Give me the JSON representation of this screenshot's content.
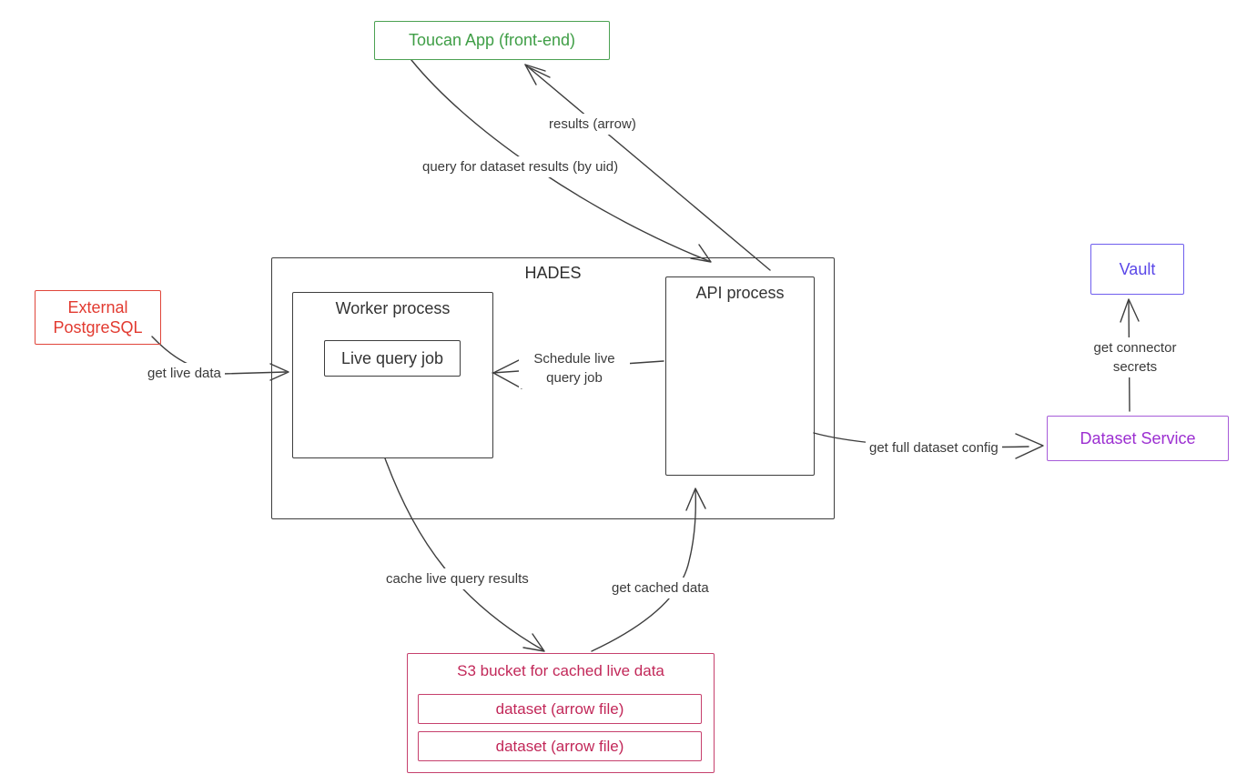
{
  "diagram": {
    "type": "architecture-flow",
    "background": "#ffffff",
    "stroke_color": "#3e3e3e",
    "nodes": {
      "hades": {
        "label": "HADES",
        "color": "#2f2f2f"
      },
      "toucan_app": {
        "label": "Toucan App (front-end)",
        "color": "#3f9e46"
      },
      "external_postgresql": {
        "label": "External\nPostgreSQL",
        "color": "#e23a30"
      },
      "worker_process": {
        "label": "Worker process",
        "color": "#2f2f2f"
      },
      "live_query_job": {
        "label": "Live query job",
        "color": "#2f2f2f"
      },
      "api_process": {
        "label": "API process",
        "color": "#2f2f2f"
      },
      "vault": {
        "label": "Vault",
        "color": "#5a47e8"
      },
      "dataset_service": {
        "label": "Dataset Service",
        "color": "#9c2fd1"
      },
      "s3_bucket": {
        "label": "S3 bucket for cached live data",
        "color": "#c22859",
        "items": [
          "dataset (arrow file)",
          "dataset (arrow file)"
        ]
      }
    },
    "edges": {
      "query_for_dataset_results": {
        "label": "query for dataset results (by uid)",
        "from": "toucan_app",
        "to": "api_process"
      },
      "results_arrow": {
        "label": "results (arrow)",
        "from": "api_process",
        "to": "toucan_app"
      },
      "get_live_data": {
        "label": "get live data",
        "from": "external_postgresql",
        "to": "worker_process"
      },
      "schedule_live_query_job": {
        "label": "Schedule live\nquery job",
        "from": "api_process",
        "to": "worker_process"
      },
      "cache_live_query_results": {
        "label": "cache live query results",
        "from": "worker_process",
        "to": "s3_bucket"
      },
      "get_cached_data": {
        "label": "get cached data",
        "from": "s3_bucket",
        "to": "api_process"
      },
      "get_full_dataset_config": {
        "label": "get full dataset config",
        "from": "api_process",
        "to": "dataset_service"
      },
      "get_connector_secrets": {
        "label": "get connector\nsecrets",
        "from": "dataset_service",
        "to": "vault"
      }
    }
  }
}
